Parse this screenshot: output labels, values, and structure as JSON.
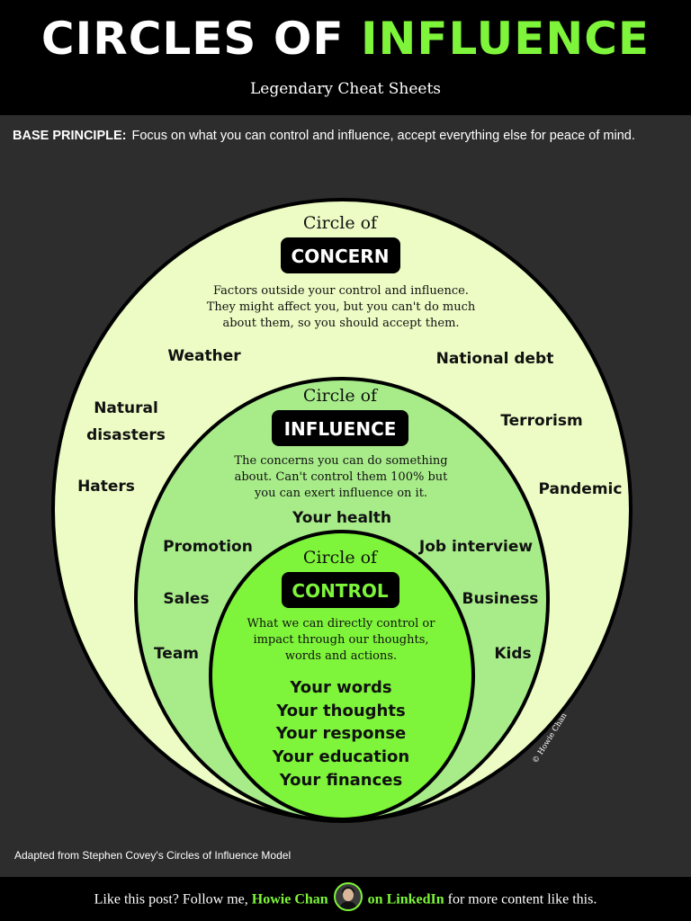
{
  "header": {
    "title_part1": "CIRCLES OF",
    "title_part2": "INFLUENCE",
    "subtitle": "Legendary Cheat Sheets"
  },
  "principle": {
    "label": "BASE PRINCIPLE:",
    "text": "Focus on what you can control and influence, accept everything else for peace of mind."
  },
  "diagram": {
    "concern": {
      "heading": "Circle of",
      "badge": "CONCERN",
      "desc": [
        "Factors outside your control and influence.",
        "They might affect you, but you can't do much",
        "about them, so you should accept them."
      ],
      "items": [
        "Weather",
        "National debt",
        "Natural",
        "disasters",
        "Terrorism",
        "Haters",
        "Pandemic"
      ]
    },
    "influence": {
      "heading": "Circle of",
      "badge": "INFLUENCE",
      "desc": [
        "The concerns you can do something",
        "about. Can't control them 100% but",
        "you can exert influence on it."
      ],
      "items": [
        "Your health",
        "Promotion",
        "Job interview",
        "Sales",
        "Business",
        "Team",
        "Kids"
      ]
    },
    "control": {
      "heading": "Circle of",
      "badge": "CONTROL",
      "desc": [
        "What we can directly control or",
        "impact through our thoughts,",
        "words and actions."
      ],
      "items": [
        "Your words",
        "Your thoughts",
        "Your response",
        "Your education",
        "Your finances"
      ]
    },
    "watermark": "© Howie Chan",
    "colors": {
      "concern": "#ecfcc4",
      "influence": "#a8ec8a",
      "control": "#7ef53a",
      "badge": "#000000",
      "accent": "#7ef53a"
    }
  },
  "footnote": "Adapted from Stephen Covey's Circles of Influence Model",
  "footer": {
    "part1": "Like this post?  Follow me,",
    "name": "Howie Chan",
    "part2": "on LinkedIn",
    "part3": "for more content like this."
  }
}
